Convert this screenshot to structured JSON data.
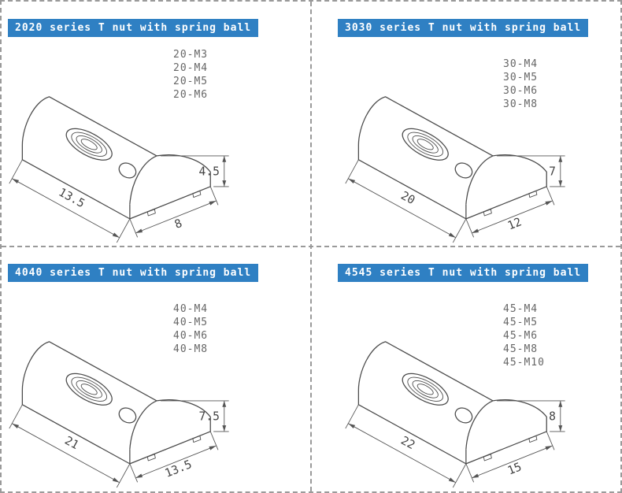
{
  "page": {
    "background": "#ffffff",
    "divider_color": "#9a9a9a",
    "title_bg": "#2f80c3",
    "title_text_color": "#ffffff",
    "line_color": "#4a4a4a",
    "dim_text_color": "#444444",
    "model_text_color": "#666666"
  },
  "panels": [
    {
      "title": "2020 series T nut with spring ball",
      "models": [
        "20-M3",
        "20-M4",
        "20-M5",
        "20-M6"
      ],
      "dims": {
        "height": "4.5",
        "length": "13.5",
        "width": "8"
      }
    },
    {
      "title": "3030 series T nut with spring ball",
      "models": [
        "30-M4",
        "30-M5",
        "30-M6",
        "30-M8"
      ],
      "dims": {
        "height": "7",
        "length": "20",
        "width": "12"
      }
    },
    {
      "title": "4040 series T nut with spring ball",
      "models": [
        "40-M4",
        "40-M5",
        "40-M6",
        "40-M8"
      ],
      "dims": {
        "height": "7.5",
        "length": "21",
        "width": "13.5"
      }
    },
    {
      "title": "4545 series T nut with spring ball",
      "models": [
        "45-M4",
        "45-M5",
        "45-M6",
        "45-M8",
        "45-M10"
      ],
      "dims": {
        "height": "8",
        "length": "22",
        "width": "15"
      }
    }
  ]
}
